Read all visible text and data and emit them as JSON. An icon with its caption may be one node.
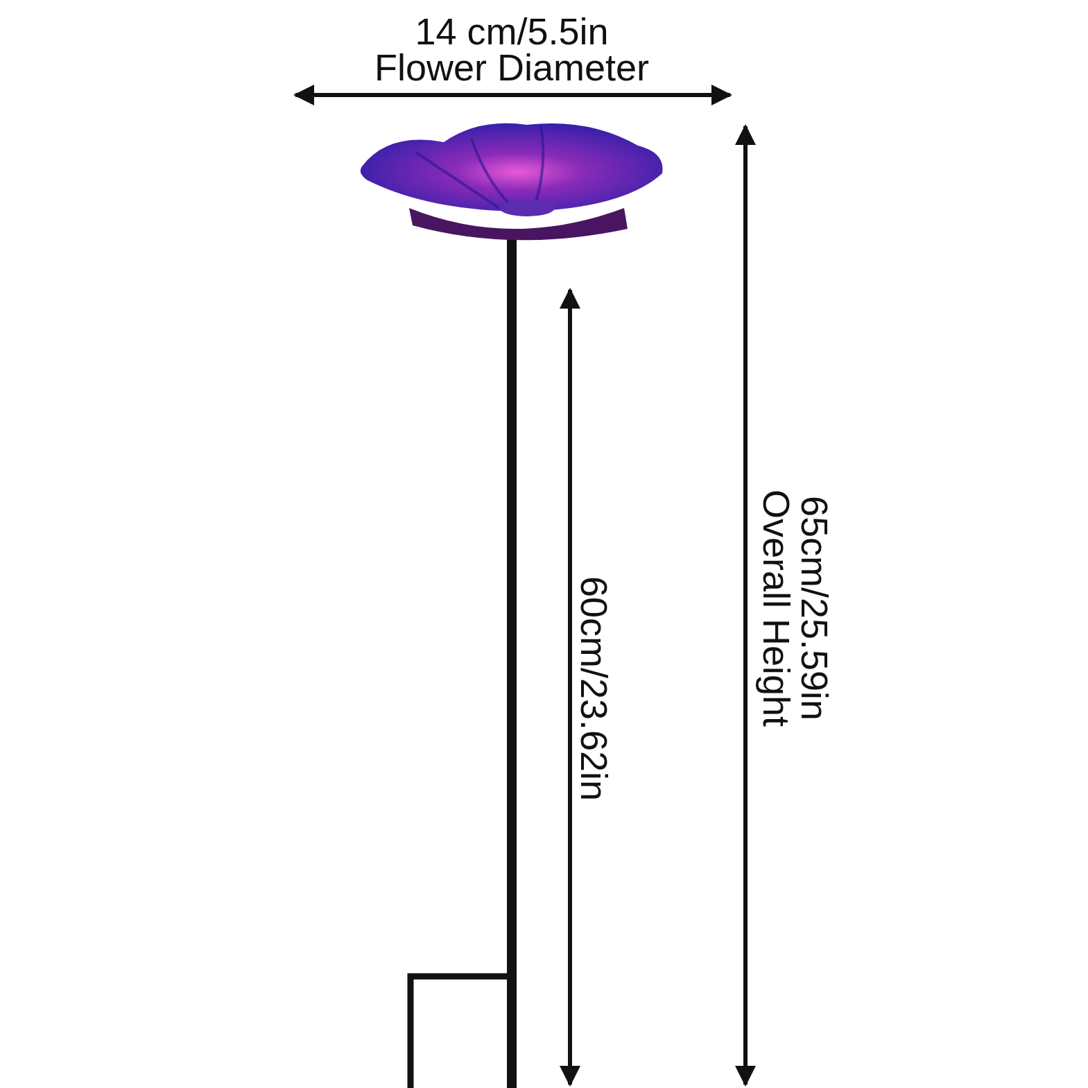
{
  "diagram": {
    "labels": [
      "14 cm/5.5in",
      "Flower Diameter",
      "60cm/23.62in",
      "65cm/25.59in",
      "Overall Height"
    ]
  }
}
